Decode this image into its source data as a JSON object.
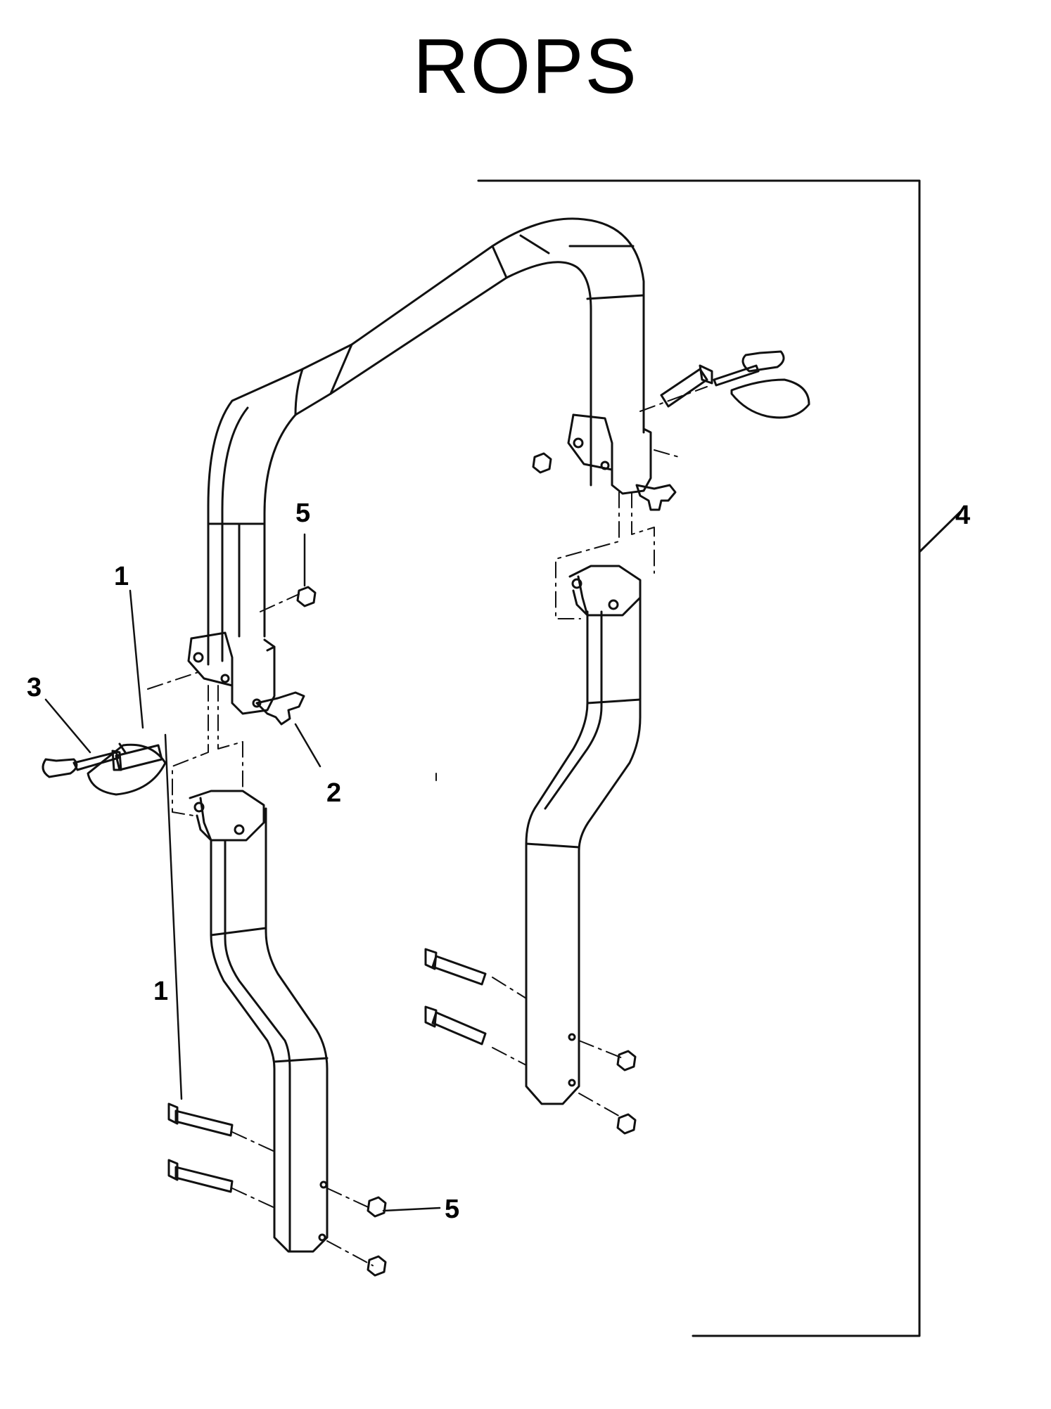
{
  "title": "ROPS",
  "callouts": {
    "c1_top": "1",
    "c1_bottom": "1",
    "c2": "2",
    "c3": "3",
    "c4": "4",
    "c5_top": "5",
    "c5_bottom": "5"
  }
}
